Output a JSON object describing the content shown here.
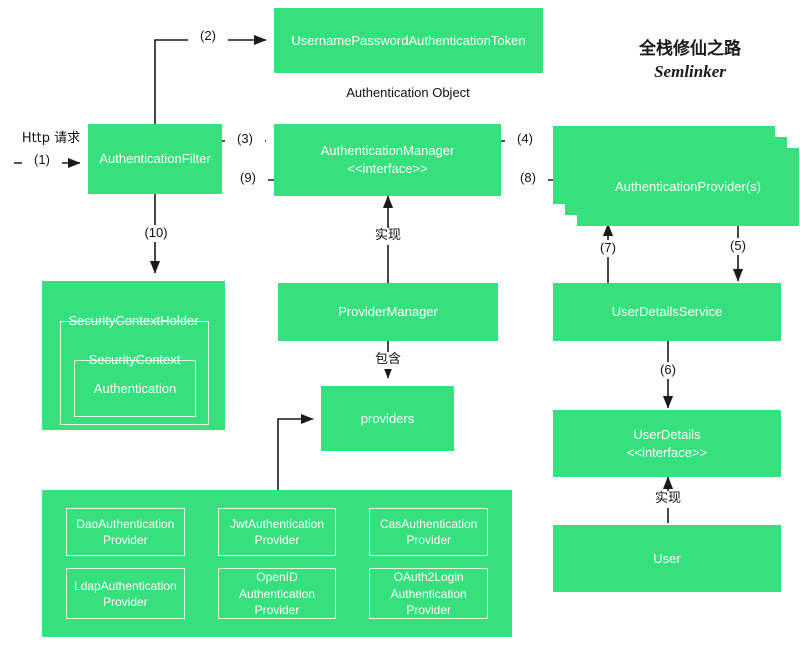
{
  "diagram": {
    "title_watermark": {
      "line_cn": "全栈修仙之路",
      "line_en": "Semlinker"
    },
    "colors": {
      "node_fill": "#35e07d",
      "node_text": "#ffffff",
      "arrow": "#1a1a1a",
      "background": "#ffffff"
    },
    "nodes": {
      "username_password_token": "UsernamePasswordAuthenticationToken",
      "authentication_filter": "AuthenticationFilter",
      "authentication_manager": "AuthenticationManager\n<<interface>>",
      "authentication_providers": "AuthenticationProvider(s)",
      "security_context_holder": "SecurityContextHolder",
      "security_context": "SecurityContext",
      "authentication": "Authentication",
      "provider_manager": "ProviderManager",
      "providers": "providers",
      "user_details_service": "UserDetailsService",
      "user_details": "UserDetails\n<<interface>>",
      "user": "User",
      "provider_list": [
        "DaoAuthentication\nProvider",
        "JwtAuthentication\nProvider",
        "CasAuthentication\nProvider",
        "LdapAuthentication\nProvider",
        "OpenID\nAuthentication\nProvider",
        "OAuth2Login\nAuthentication\nProvider"
      ]
    },
    "labels": {
      "http_request": "Http 请求",
      "step1": "(1)",
      "step2": "(2)",
      "step3": "(3)",
      "step4": "(4)",
      "step5": "(5)",
      "step6": "(6)",
      "step7": "(7)",
      "step8": "(8)",
      "step9": "(9)",
      "step10": "(10)",
      "authentication_object": "Authentication Object",
      "implements_manager": "实现",
      "contains": "包含",
      "implements_user": "实现"
    }
  }
}
